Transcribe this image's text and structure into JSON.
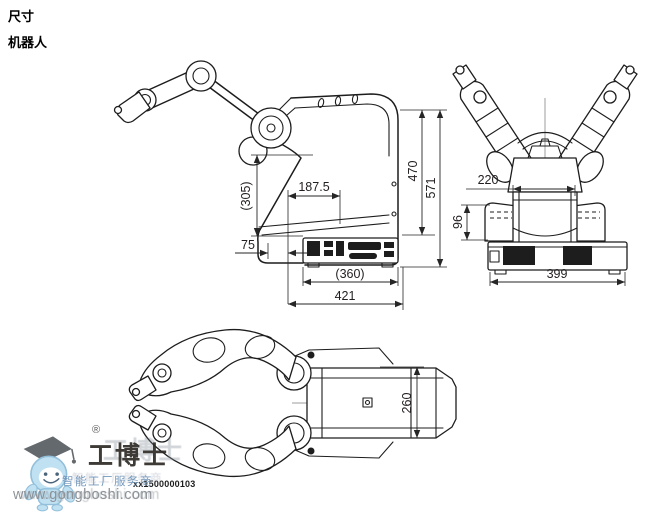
{
  "page": {
    "section_title": "尺寸",
    "subsection_title": "机器人",
    "figure_id": "xx1500000103",
    "background": "#ffffff"
  },
  "colors": {
    "line": "#1d1d1d",
    "dimension_text": "#231f20",
    "watermark_blue": "#b5dcf0",
    "watermark_slogan": "#6d93b8",
    "watermark_url": "#8d9298"
  },
  "views": {
    "side": {
      "label": "robot side view",
      "dims": {
        "offset_305": "(305)",
        "reach_187": "187.5",
        "offset_75": "75",
        "height_470": "470",
        "height_571": "571",
        "depth_360": "(360)",
        "depth_421": "421"
      }
    },
    "front": {
      "label": "robot front view",
      "dims": {
        "width_220": "220",
        "height_96": "96",
        "width_399": "399"
      }
    },
    "top": {
      "label": "robot top view",
      "dims": {
        "width_260": "260"
      }
    }
  },
  "watermark": {
    "reg_mark": "®",
    "brand": "工博士",
    "slogan": "智能工厂服务商",
    "url": "www.gongboshi.com"
  }
}
